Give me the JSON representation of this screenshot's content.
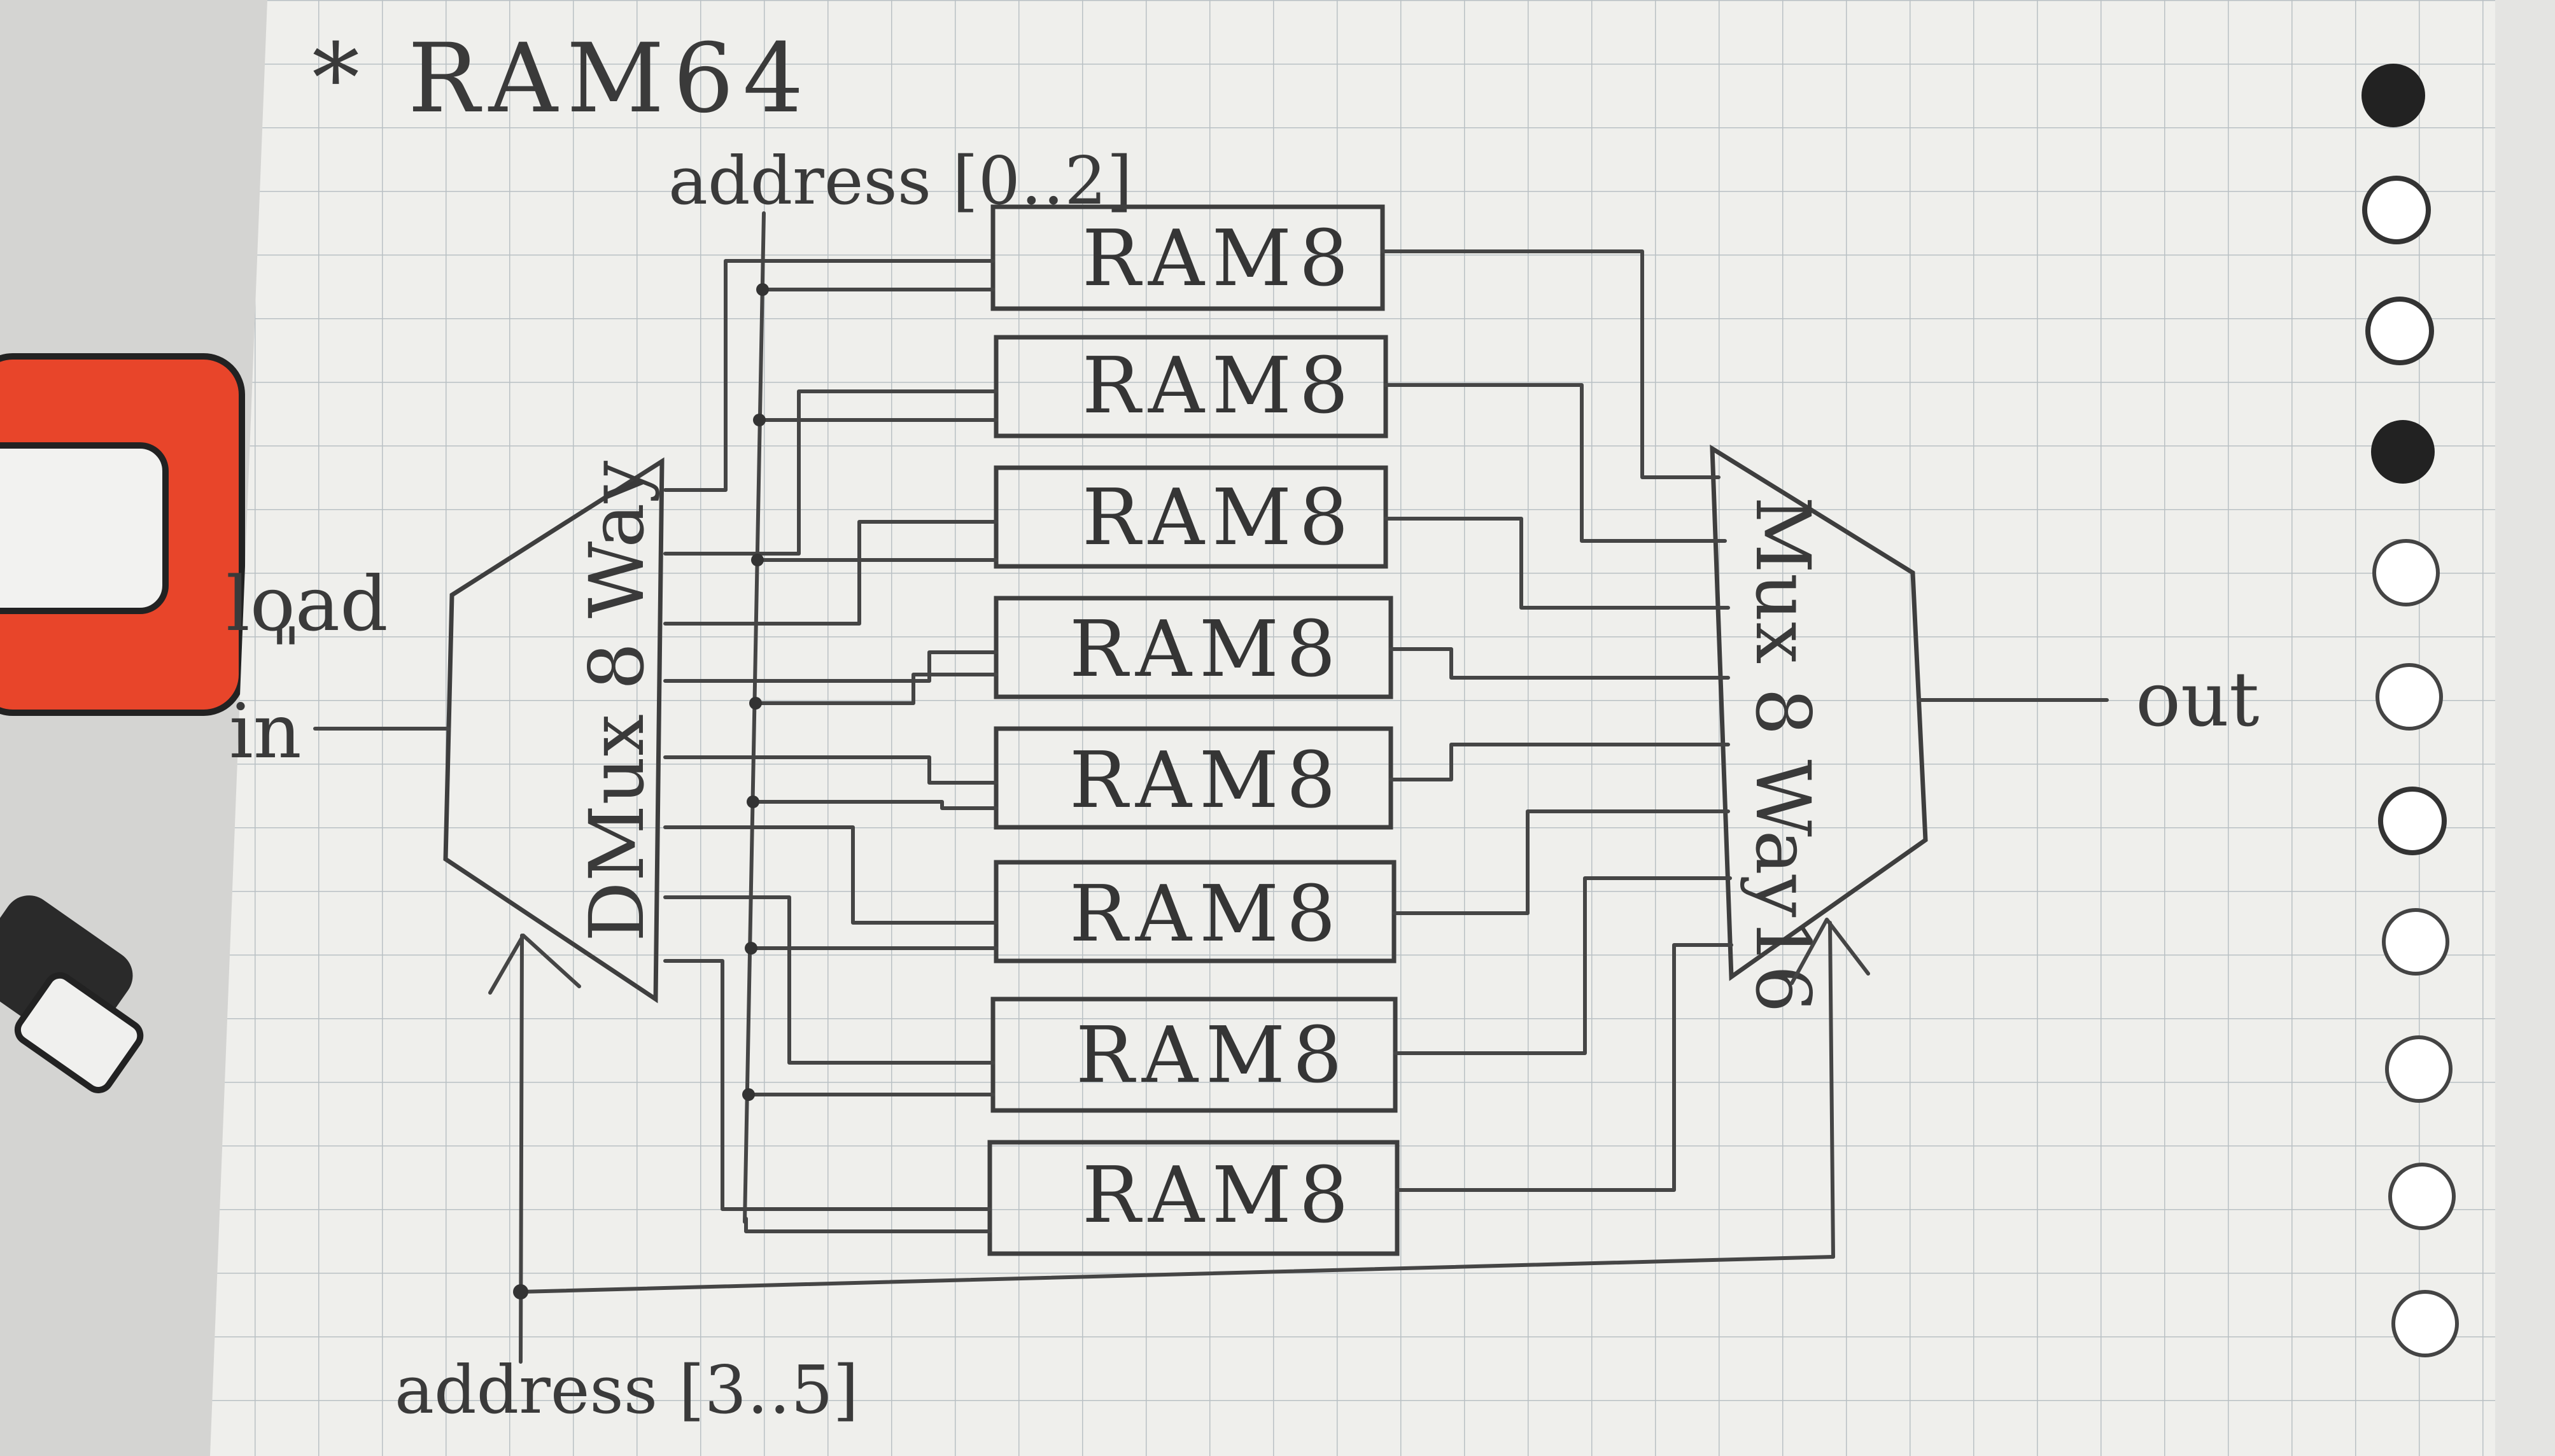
{
  "diagram": {
    "title": "* RAM64",
    "demux_label": "DMux 8 Way",
    "mux_label": "Mux 8 Way16",
    "input_labels": [
      "load",
      "\"",
      "in"
    ],
    "output_label": "out",
    "address_low_label": "address [0‥2]",
    "address_high_label": "address [3‥5]",
    "ram_blocks": [
      "RAM8",
      "RAM8",
      "RAM8",
      "RAM8",
      "RAM8",
      "RAM8",
      "RAM8",
      "RAM8"
    ]
  },
  "colors": {
    "paper": "#efefec",
    "grid": "#b9c0c4",
    "ink": "#3a3a3a",
    "binder_tab_orange": "#e8452a"
  }
}
